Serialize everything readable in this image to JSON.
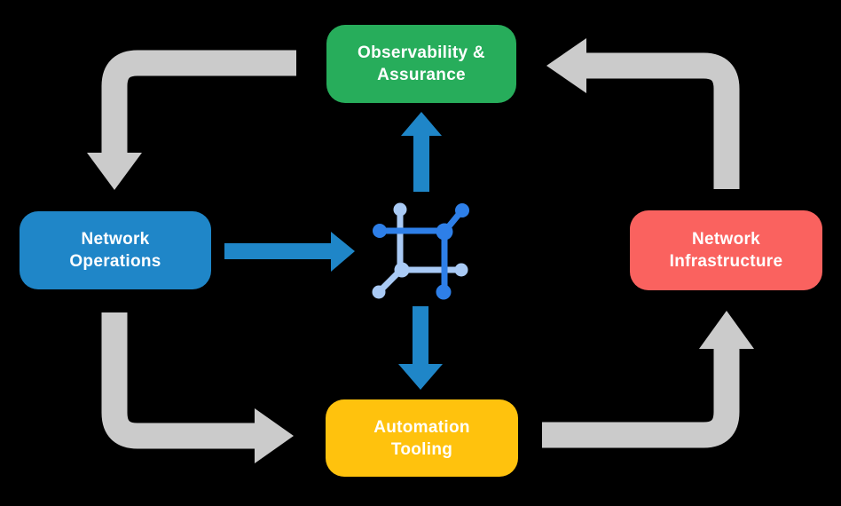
{
  "colors": {
    "observability_green": "#27AD5B",
    "operations_blue": "#1F86C8",
    "infrastructure_red": "#FA625F",
    "automation_yellow": "#FFC20D",
    "arrow_gray": "#CBCBCB",
    "arrow_blue": "#1F86C8",
    "icon_blue": "#2E7FE8",
    "icon_light_blue": "#A9CAF5",
    "label_text": "#FFFFFF",
    "background": "#000000"
  },
  "nodes": {
    "observability": {
      "lines": [
        "Observability &",
        "Assurance"
      ]
    },
    "operations": {
      "lines": [
        "Network",
        "Operations"
      ]
    },
    "infrastructure": {
      "lines": [
        "Network",
        "Infrastructure"
      ]
    },
    "automation": {
      "lines": [
        "Automation",
        "Tooling"
      ]
    }
  },
  "icons": {
    "center": "network-nodes-icon"
  },
  "arrows": {
    "gray_cycle": [
      {
        "from": "observability",
        "to": "operations",
        "shape": "elbow-down"
      },
      {
        "from": "operations",
        "to": "automation",
        "shape": "elbow-right"
      },
      {
        "from": "automation",
        "to": "infrastructure",
        "shape": "elbow-up"
      },
      {
        "from": "infrastructure",
        "to": "observability",
        "shape": "elbow-left"
      }
    ],
    "blue_straight": [
      {
        "from": "operations",
        "to": "center-icon",
        "direction": "right"
      },
      {
        "from": "center-icon",
        "to": "observability",
        "direction": "up"
      },
      {
        "from": "center-icon",
        "to": "automation",
        "direction": "down"
      }
    ]
  }
}
